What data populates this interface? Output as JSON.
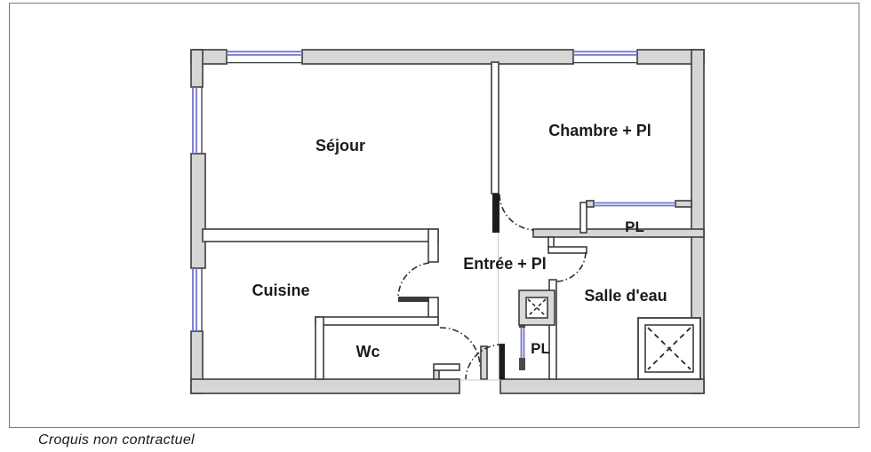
{
  "caption": "Croquis non contractuel",
  "floor_plan": {
    "rooms": [
      {
        "id": "sejour",
        "label": "Séjour"
      },
      {
        "id": "chambre",
        "label": "Chambre + Pl"
      },
      {
        "id": "cuisine",
        "label": "Cuisine"
      },
      {
        "id": "entree",
        "label": "Entrée + Pl"
      },
      {
        "id": "salle_eau",
        "label": "Salle d'eau"
      },
      {
        "id": "wc",
        "label": "Wc"
      },
      {
        "id": "pl_chambre",
        "label": "PL"
      },
      {
        "id": "pl_entree",
        "label": "PL"
      }
    ],
    "features": [
      "windows-blue-double-lines",
      "door-swing-arcs-dash-dot",
      "duct-box-crossed",
      "shower-box-crossed"
    ],
    "colors": {
      "background": "#ffffff",
      "frame_border": "#7a7a7a",
      "wall_fill": "#d6d6d6",
      "wall_stroke": "#3c3c3c",
      "window_blue": "#7474cf",
      "door_leaf": "#1c1c1c",
      "text": "#1b1b1b"
    }
  }
}
